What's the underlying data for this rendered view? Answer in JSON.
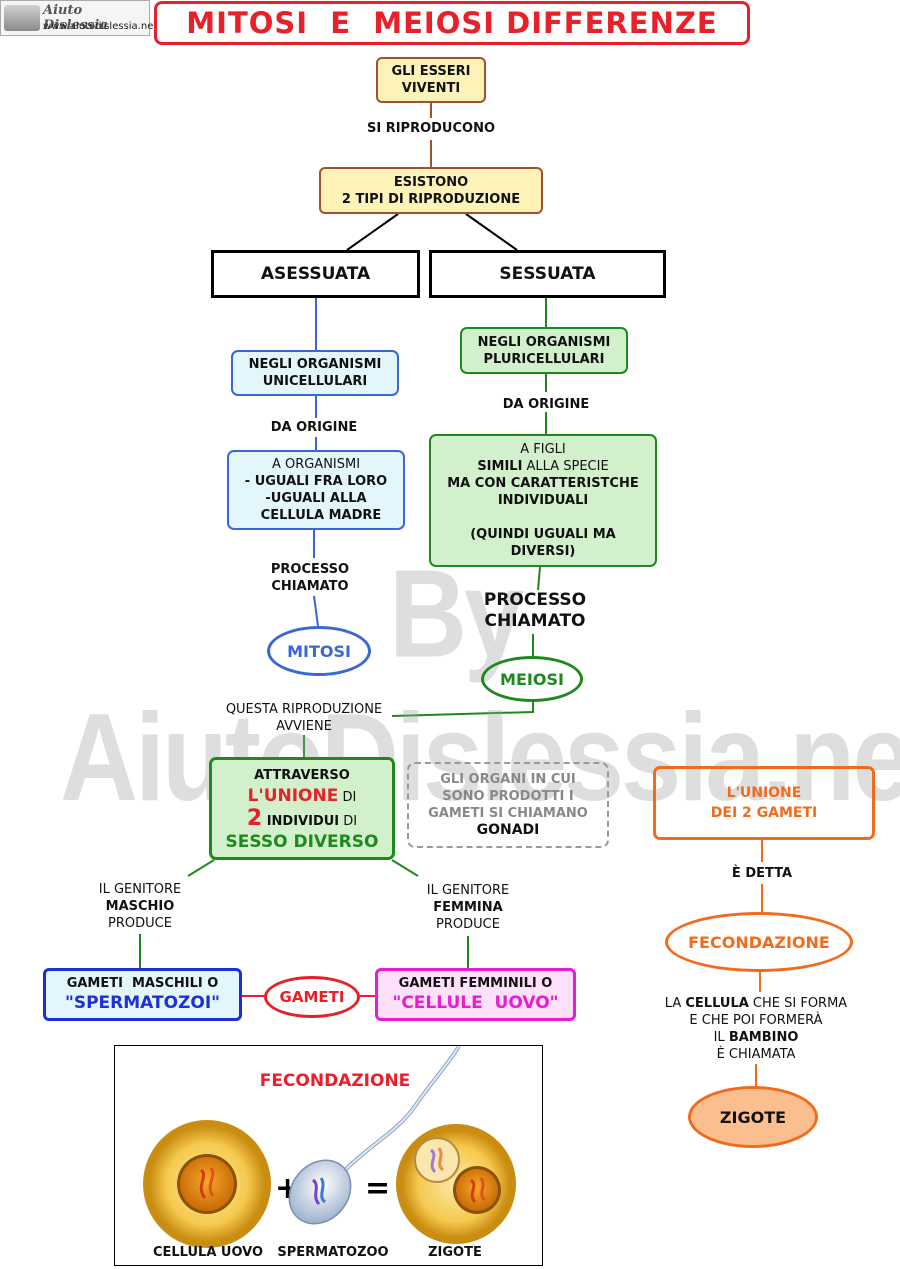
{
  "logo": {
    "brand": "Aiuto Dislessia",
    "url": "www.aiutodislessia.net"
  },
  "title": "MITOSI  E  MEIOSI DIFFERENZE",
  "watermark": "By AiutoDislessia.net",
  "nodes": {
    "esseri_viventi": [
      "GLI ESSERI",
      "VIVENTI"
    ],
    "si_riproducono": "SI RIPRODUCONO",
    "esistono": [
      "ESISTONO",
      "2 TIPI DI RIPRODUZIONE"
    ],
    "asessuata": "ASESSUATA",
    "sessuata": "SESSUATA",
    "unicellulari": [
      "NEGLI ORGANISMI",
      "UNICELLULARI"
    ],
    "pluricellulari": [
      "NEGLI ORGANISMI",
      "PLURICELLULARI"
    ],
    "da_origine_left": "DA ORIGINE",
    "da_origine_right": "DA ORIGINE",
    "organismi_uguali": {
      "line1": "A ORGANISMI",
      "line2": "- UGUALI FRA LORO",
      "line3": "-UGUALI ALLA",
      "line4": "CELLULA MADRE"
    },
    "figli_simili": {
      "line1": "A FIGLI",
      "line2_bold": "SIMILI",
      "line2_rest": " ALLA SPECIE",
      "line3": "MA CON CARATTERISTCHE",
      "line4": "INDIVIDUALI",
      "line5": "(QUINDI UGUALI MA",
      "line6": "DIVERSI)"
    },
    "processo_left": [
      "PROCESSO",
      "CHIAMATO"
    ],
    "processo_right": [
      "PROCESSO",
      "CHIAMATO"
    ],
    "mitosi": "MITOSI",
    "meiosi": "MEIOSI",
    "questa_riproduzione": [
      "QUESTA RIPRODUZIONE",
      "AVVIENE"
    ],
    "unione_individui": {
      "line1": "ATTRAVERSO",
      "line2_red": "L'UNIONE",
      "line2_rest": " DI",
      "line3_num": "2",
      "line3_bold": " INDIVIDUI",
      "line3_rest": " DI",
      "line4": "SESSO DIVERSO"
    },
    "gonadi": {
      "line1": "GLI ORGANI IN CUI",
      "line2": "SONO PRODOTTI I",
      "line3": "GAMETI SI CHIAMANO",
      "line4": "GONADI"
    },
    "genitore_maschio": {
      "line1": "IL GENITORE",
      "line2": "MASCHIO",
      "line3": "PRODUCE"
    },
    "genitore_femmina": {
      "line1": "IL GENITORE",
      "line2": "FEMMINA",
      "line3": "PRODUCE"
    },
    "gameti_maschili": {
      "line1": "GAMETI  MASCHILI O",
      "line2": "\"SPERMATOZOI\""
    },
    "gameti": "GAMETI",
    "gameti_femminili": {
      "line1": "GAMETI FEMMINILI O",
      "line2": "\"CELLULE  UOVO\""
    },
    "unione_gameti": [
      "L'UNIONE",
      "DEI 2 GAMETI"
    ],
    "e_detta": "È DETTA",
    "fecondazione": "FECONDAZIONE",
    "cellula_forma": {
      "l1_a": "LA ",
      "l1_b": "CELLULA",
      "l1_c": " CHE SI FORMA",
      "line2": "E CHE POI FORMERÀ",
      "l3_a": "IL ",
      "l3_b": "BAMBINO",
      "line4": "È CHIAMATA"
    },
    "zigote": "ZIGOTE"
  },
  "illustration": {
    "title": "FECONDAZIONE",
    "label_uovo": "CELLULA UOVO",
    "label_sperma": "SPERMATOZOO",
    "label_zigote": "ZIGOTE",
    "plus": "+",
    "equals": "="
  },
  "colors": {
    "title_red": "#e8202a",
    "brown": "#a0522d",
    "yellow_fill": "#fdf2b8",
    "blue": "#3a66d8",
    "light_blue_fill": "#e3f6fb",
    "green": "#1e8a1e",
    "light_green_fill": "#d3f0cc",
    "orange": "#f26b1d",
    "magenta": "#e61ecf",
    "navy": "#1f2fd6"
  }
}
